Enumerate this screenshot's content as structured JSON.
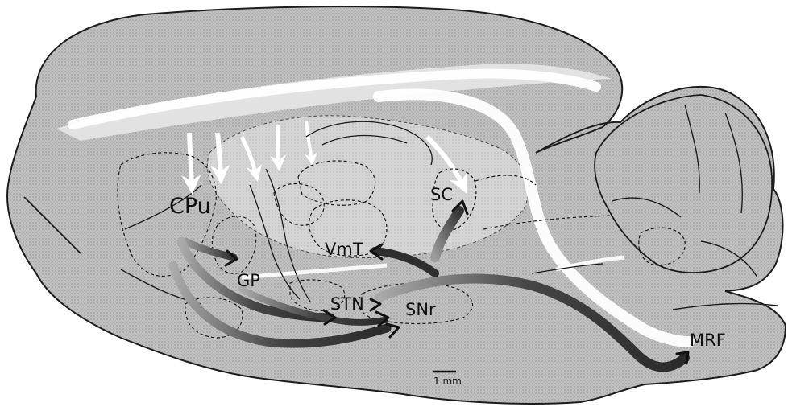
{
  "labels": {
    "cpu": "CPu",
    "gp": "GP",
    "stn": "STN",
    "snr": "SNr",
    "vmt": "VmT",
    "sc": "SC",
    "mrf": "MRF"
  },
  "scale_bar": {
    "label": "1 mm"
  },
  "colors": {
    "tissue": "#b8b8b8",
    "tissue_light": "#d4d4d4",
    "outline": "#222222",
    "white_tract": "#ffffff",
    "pathway_dark": "#3a3a3a",
    "pathway_mid": "#7a7a7a"
  },
  "icons": {
    "arrow": "arrowhead"
  }
}
